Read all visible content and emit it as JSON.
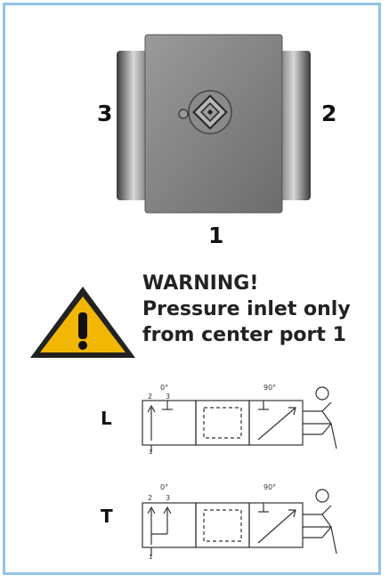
{
  "valve": {
    "port_left": "3",
    "port_right": "2",
    "port_bottom": "1"
  },
  "warning": {
    "title": "WARNING!",
    "line1": "Pressure inlet only",
    "line2": "from center port 1",
    "icon": "warning-triangle-icon",
    "icon_color": "#f2b705"
  },
  "schematics": [
    {
      "label": "L",
      "angle_left": "0°",
      "angle_right": "90°",
      "port_a": "2",
      "port_b": "3",
      "port_c": "1"
    },
    {
      "label": "T",
      "angle_left": "0°",
      "angle_right": "90°",
      "port_a": "2",
      "port_b": "3",
      "port_c": "1"
    }
  ],
  "colors": {
    "frame": "#8fc3e6",
    "body": "#7d7d7d"
  }
}
